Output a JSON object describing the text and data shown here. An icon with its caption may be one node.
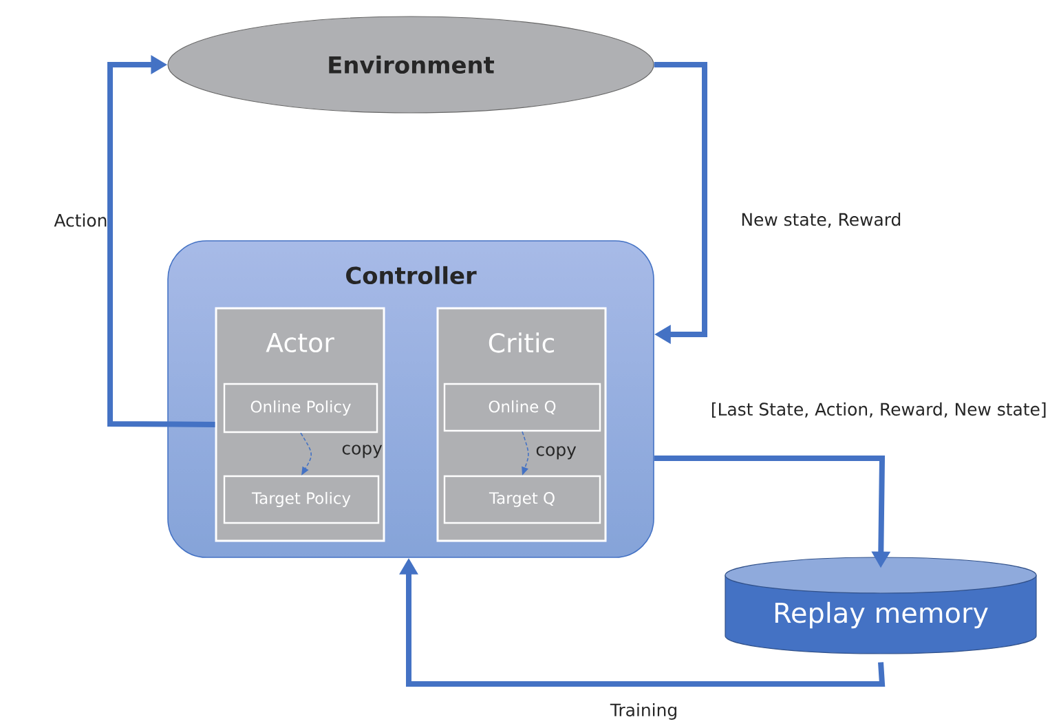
{
  "diagram": {
    "nodes": [
      {
        "text": [
          "Environment"
        ]
      },
      {
        "text": [
          "Controller"
        ]
      },
      {
        "text": [
          "Actor"
        ],
        "in": 1
      },
      {
        "text": [
          "Online Policy"
        ],
        "in": 2
      },
      {
        "text": [
          "Target Policy"
        ],
        "in": 2
      },
      {
        "text": [
          "Critic"
        ],
        "in": 1
      },
      {
        "text": [
          "Online Q"
        ],
        "in": 5
      },
      {
        "text": [
          "Target Q"
        ],
        "in": 5
      },
      {
        "text": [
          "Replay memory"
        ]
      }
    ],
    "edges": [
      {
        "from": 2,
        "to": 0,
        "arrow": "to",
        "label": "Action"
      },
      {
        "from": 0,
        "to": 1,
        "arrow": "to",
        "label": "New state, Reward"
      },
      {
        "from": 3,
        "to": 4,
        "arrow": "to",
        "label": "copy",
        "style": "dashed"
      },
      {
        "from": 6,
        "to": 7,
        "arrow": "to",
        "label": "copy",
        "style": "dashed"
      },
      {
        "from": 1,
        "to": 8,
        "arrow": "to",
        "label": "[Last State, Action, Reward, New state]"
      },
      {
        "from": 8,
        "to": 1,
        "arrow": "to",
        "label": "Training"
      }
    ]
  }
}
